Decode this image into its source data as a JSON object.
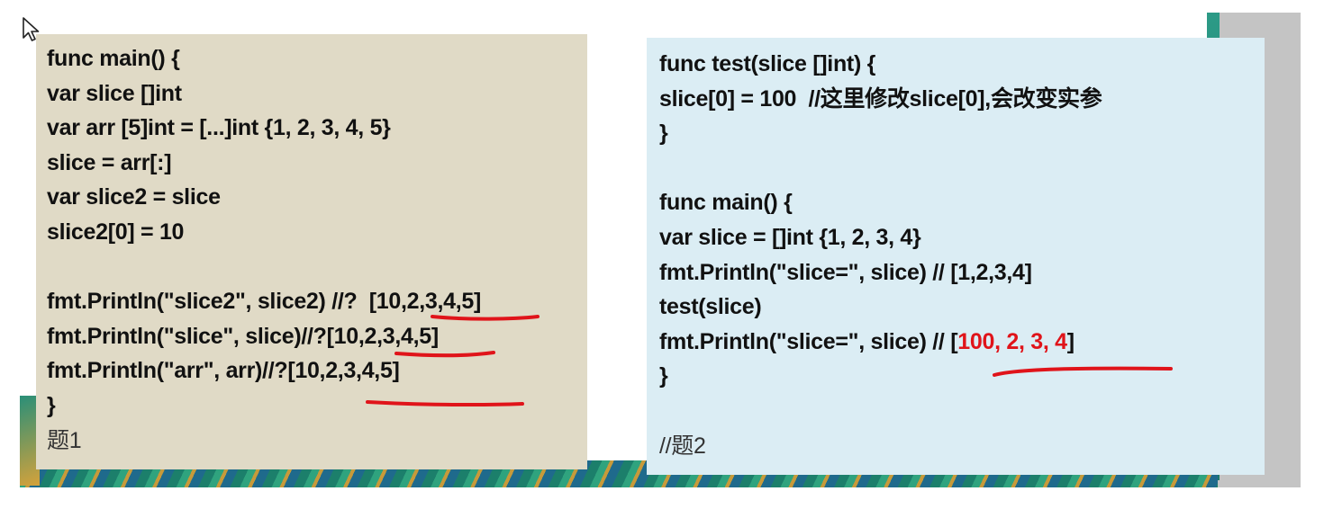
{
  "left_panel": {
    "lines": [
      "func main() {",
      "var slice []int",
      "var arr [5]int = [...]int {1, 2, 3, 4, 5}",
      "slice = arr[:]",
      "var slice2 = slice",
      "slice2[0] = 10",
      "",
      "fmt.Println(\"slice2\", slice2) //?  [10,2,3,4,5]",
      "fmt.Println(\"slice\", slice)//?[10,2,3,4,5]",
      "fmt.Println(\"arr\", arr)//?[10,2,3,4,5]",
      "}"
    ],
    "label": "题1"
  },
  "right_panel": {
    "lines": [
      "func test(slice []int) {",
      "slice[0] = 100  //这里修改slice[0],会改变实参",
      "}",
      "",
      "func main() {",
      "var slice = []int {1, 2, 3, 4}",
      "fmt.Println(\"slice=\", slice) // [1,2,3,4]",
      "test(slice)"
    ],
    "result_prefix": "fmt.Println(\"slice=\", slice) // [",
    "result_value": "100, 2, 3, 4",
    "result_suffix": "]",
    "closing": "}",
    "label": "//题2"
  },
  "colors": {
    "left_panel_bg": "#e0dac6",
    "right_panel_bg": "#dbedf4",
    "highlight_red": "#e0141a",
    "underline_red": "#e0141a"
  }
}
